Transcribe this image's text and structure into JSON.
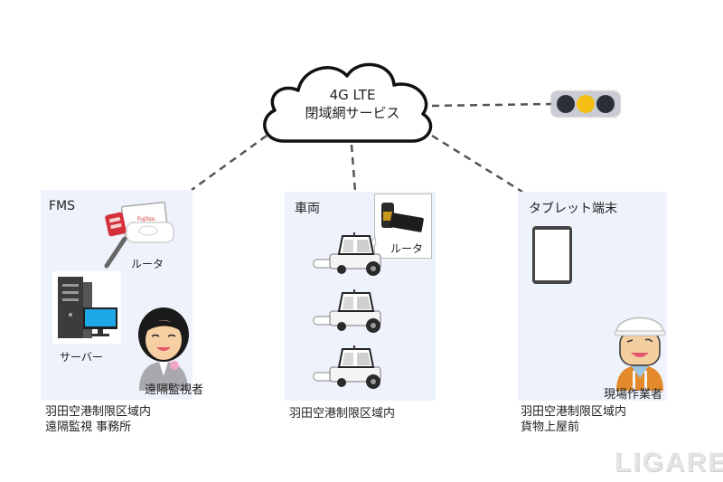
{
  "cloud": {
    "line1": "4G LTE",
    "line2": "閉域網サービス"
  },
  "traffic_signal": {
    "icon": "traffic-light-icon",
    "lamps": [
      "off",
      "yellow",
      "off"
    ],
    "colors": {
      "off": "#2b2f3a",
      "yellow": "#f7be16",
      "housing": "#c9ccd2"
    }
  },
  "panels": {
    "fms": {
      "title": "FMS",
      "router_label": "ルータ",
      "server_label": "サーバー",
      "person_label": "遠隔監視者",
      "caption_line1": "羽田空港制限区域内",
      "caption_line2": "遠隔監視 事務所"
    },
    "vehicle": {
      "title": "車両",
      "router_label": "ルータ",
      "vehicle_count": 3,
      "caption_line1": "羽田空港制限区域内"
    },
    "tablet": {
      "title": "タブレット端末",
      "person_label": "現場作業者",
      "caption_line1": "羽田空港制限区域内",
      "caption_line2": "貨物上屋前"
    }
  },
  "colors": {
    "panel_bg": "#eef2fa",
    "line": "#555555",
    "monitor_screen": "#1ea7e8"
  },
  "watermark": "LIGARE"
}
